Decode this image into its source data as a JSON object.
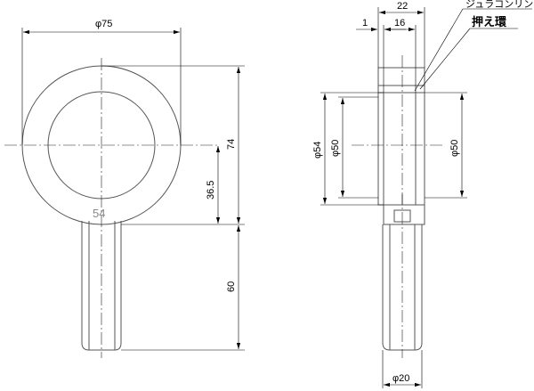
{
  "front_view": {
    "dim_outer_diameter": "φ75",
    "dim_total_height": "74",
    "dim_center_height": "36.5",
    "dim_handle_length": "60",
    "engraving": "54"
  },
  "side_view": {
    "dim_width_total": "22",
    "dim_width_1": "1",
    "dim_width_16": "16",
    "dim_phi54": "φ54",
    "dim_phi50_left": "φ50",
    "dim_phi50_right": "φ50",
    "dim_phi20": "φ20",
    "label_ring": "ジュラコンリング",
    "label_retainer": "押え環"
  }
}
